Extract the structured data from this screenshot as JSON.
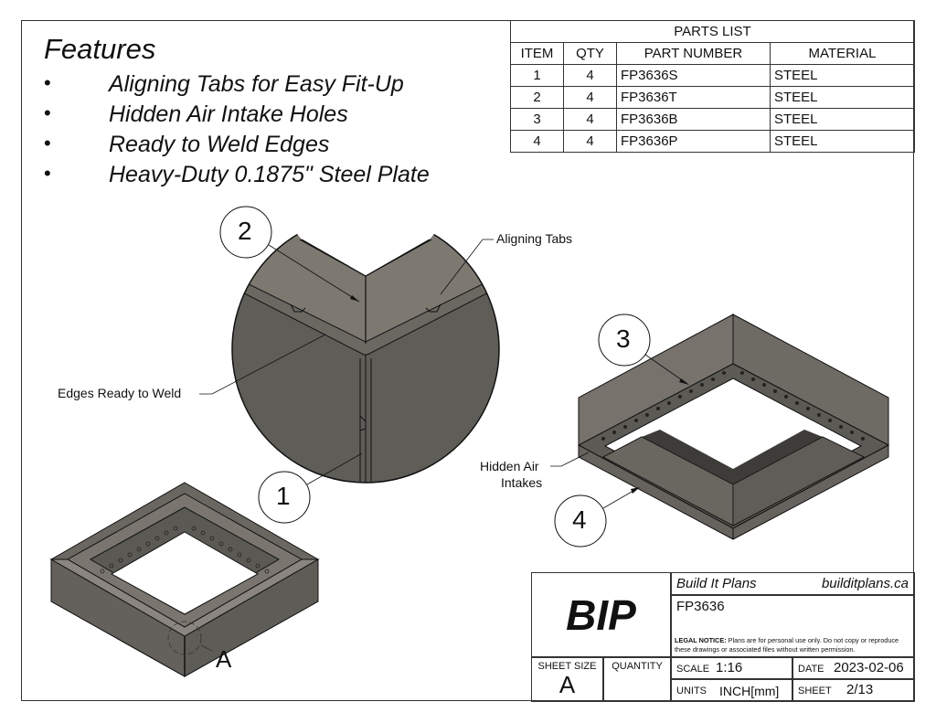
{
  "features": {
    "title": "Features",
    "bullet": "•",
    "items": [
      "Aligning Tabs for Easy Fit-Up",
      "Hidden Air Intake Holes",
      "Ready to Weld Edges",
      "Heavy-Duty 0.1875\" Steel Plate"
    ]
  },
  "parts_list": {
    "title": "PARTS LIST",
    "headers": [
      "ITEM",
      "QTY",
      "PART NUMBER",
      "MATERIAL"
    ],
    "rows": [
      {
        "item": "1",
        "qty": "4",
        "part_number": "FP3636S",
        "material": "STEEL"
      },
      {
        "item": "2",
        "qty": "4",
        "part_number": "FP3636T",
        "material": "STEEL"
      },
      {
        "item": "3",
        "qty": "4",
        "part_number": "FP3636B",
        "material": "STEEL"
      },
      {
        "item": "4",
        "qty": "4",
        "part_number": "FP3636P",
        "material": "STEEL"
      }
    ]
  },
  "callouts": {
    "balloons": [
      "1",
      "2",
      "3",
      "4"
    ],
    "aligning_tabs": "Aligning Tabs",
    "edges_ready": "Edges Ready to Weld",
    "hidden_air_1": "Hidden Air",
    "hidden_air_2": "Intakes",
    "detail_label": "A"
  },
  "title_block": {
    "logo": "BIP",
    "company": "Build It Plans",
    "website": "builditplans.ca",
    "part_number": "FP3636",
    "legal_label": "LEGAL NOTICE:",
    "legal_text": "Plans are for personal use only. Do not copy or reproduce these drawings or associated files without written permission.",
    "sheet_size_label": "SHEET SIZE",
    "sheet_size": "A",
    "quantity_label": "QUANTITY",
    "scale_label": "SCALE",
    "scale": "1:16",
    "date_label": "DATE",
    "date": "2023-02-06",
    "units_label": "UNITS",
    "units": "INCH[mm]",
    "sheet_label": "SHEET",
    "sheet": "2/13"
  },
  "colors": {
    "steel_light": "#8a867f",
    "steel_dark": "#5f5c57",
    "line": "#111111"
  }
}
